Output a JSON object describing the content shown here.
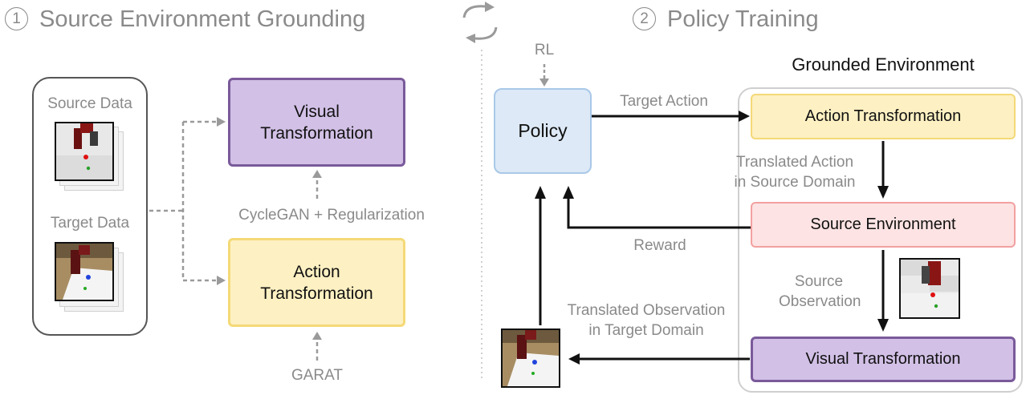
{
  "section1": {
    "number": "1",
    "title": "Source Environment Grounding"
  },
  "section2": {
    "number": "2",
    "title": "Policy Training"
  },
  "left": {
    "source_data": "Source Data",
    "target_data": "Target Data",
    "visual_transformation": "Visual\nTransformation",
    "action_transformation": "Action\nTransformation",
    "cyclegan": "CycleGAN + Regularization",
    "garat": "GARAT"
  },
  "right": {
    "rl": "RL",
    "policy": "Policy",
    "grounded_environment": "Grounded Environment",
    "target_action": "Target Action",
    "action_transformation": "Action Transformation",
    "translated_action": "Translated Action\nin Source Domain",
    "source_environment": "Source Environment",
    "reward": "Reward",
    "source_observation": "Source\nObservation",
    "translated_observation": "Translated Observation\nin Target Domain",
    "visual_transformation": "Visual Transformation"
  },
  "colors": {
    "visual_fill": "#d2c0e6",
    "visual_border": "#7a5a9a",
    "action_fill": "#fdf0c2",
    "action_border": "#f4d977",
    "policy_fill": "#dde9f6",
    "policy_border": "#a9c8e8",
    "source_env_fill": "#fde3e3",
    "source_env_border": "#f2a0a0",
    "grounded_border": "#cfcfcf"
  }
}
